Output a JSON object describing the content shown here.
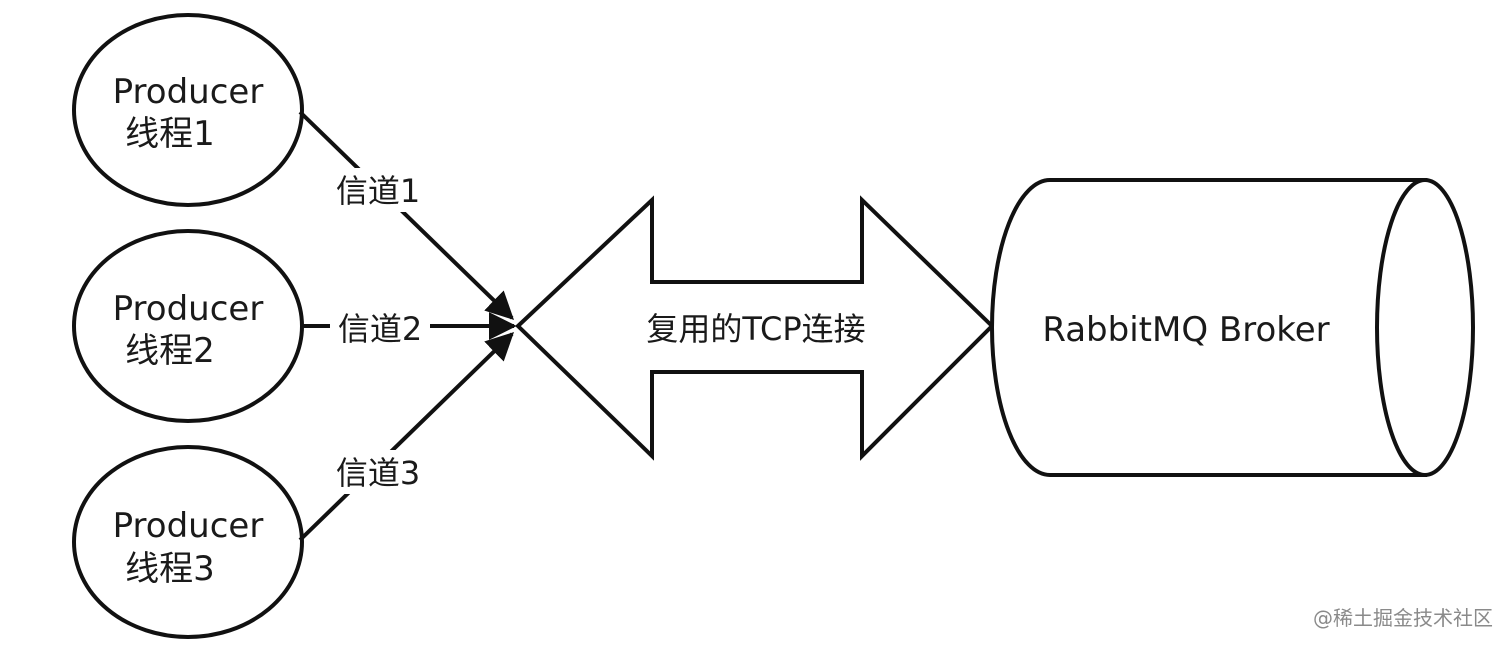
{
  "producers": [
    {
      "line1": "Producer",
      "line2": "线程1"
    },
    {
      "line1": "Producer",
      "line2": "线程2"
    },
    {
      "line1": "Producer",
      "line2": "线程3"
    }
  ],
  "channels": [
    "信道1",
    "信道2",
    "信道3"
  ],
  "connection_label": "复用的TCP连接",
  "broker_label": "RabbitMQ Broker",
  "watermark": "@稀土掘金技术社区",
  "colors": {
    "stroke": "#111111",
    "fill": "#ffffff",
    "text": "#1a1a1a",
    "watermark": "#8a8a8a"
  }
}
